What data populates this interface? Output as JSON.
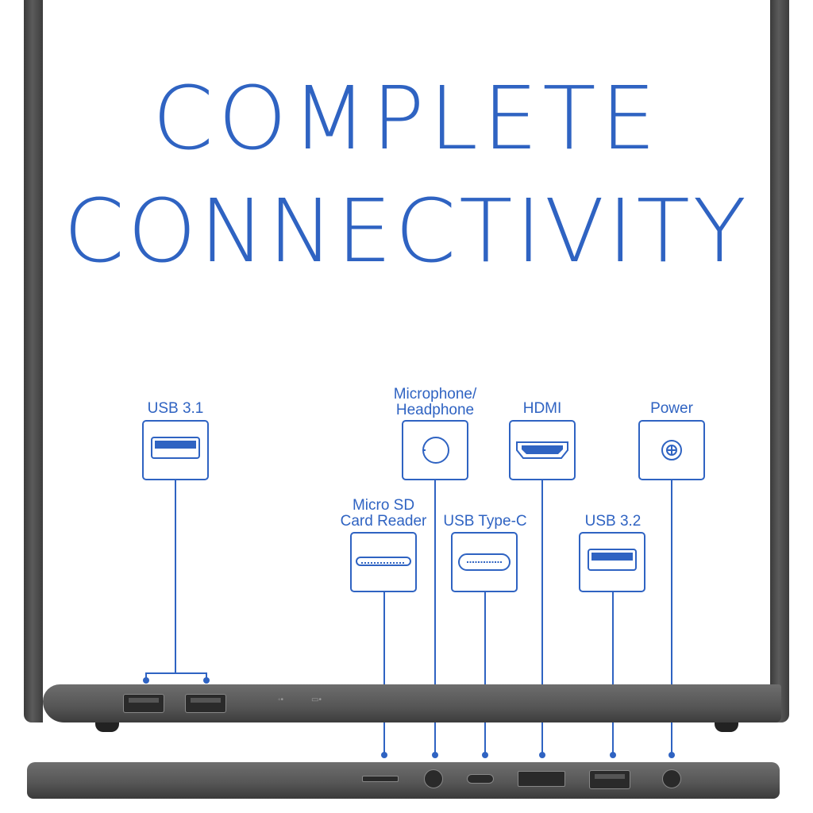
{
  "headline": {
    "line1": "COMPLETE",
    "line2": "CONNECTIVITY"
  },
  "ports": {
    "usb31": "USB 3.1",
    "mic_line1": "Microphone/",
    "mic_line2": "Headphone",
    "hdmi": "HDMI",
    "power": "Power",
    "microsd_line1": "Micro SD",
    "microsd_line2": "Card Reader",
    "usbc": "USB Type-C",
    "usb32": "USB 3.2"
  },
  "colors": {
    "accent": "#2f63c2",
    "laptop": "#5a5a5a"
  },
  "icons": [
    "usb-a-icon",
    "audio-jack-icon",
    "hdmi-icon",
    "power-jack-icon",
    "microsd-slot-icon",
    "usb-c-icon"
  ]
}
